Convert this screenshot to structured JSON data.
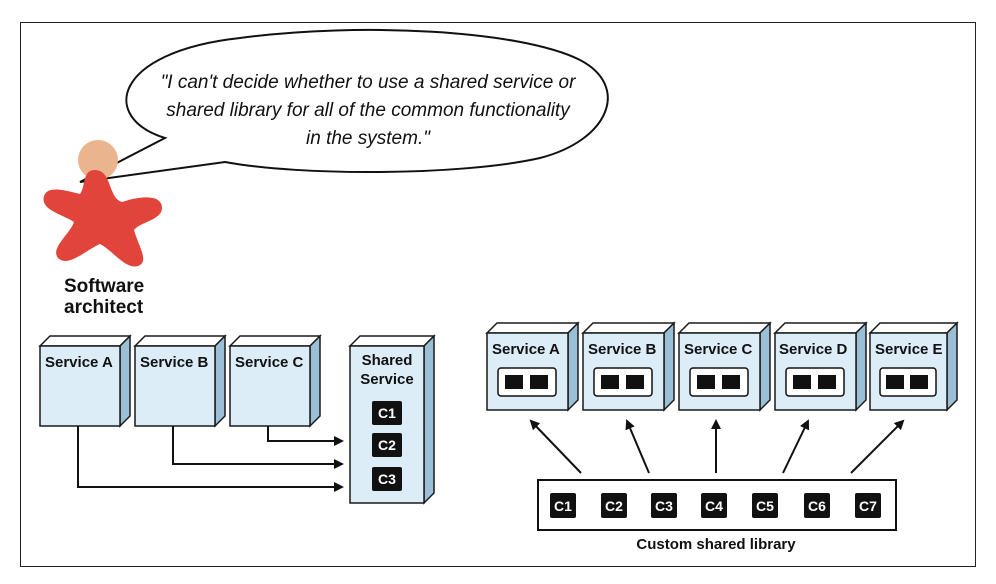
{
  "speech_bubble": {
    "lines": [
      "\"I can't decide whether to use a shared service or",
      "shared library for all of the common functionality",
      "in the system.\""
    ]
  },
  "architect": {
    "label_lines": [
      "Software",
      "architect"
    ],
    "icon": "person-icon"
  },
  "left_diagram": {
    "services": [
      "Service A",
      "Service B",
      "Service C"
    ],
    "shared_service": {
      "title_lines": [
        "Shared",
        "Service"
      ],
      "components": [
        "C1",
        "C2",
        "C3"
      ]
    }
  },
  "right_diagram": {
    "services": [
      "Service A",
      "Service B",
      "Service C",
      "Service D",
      "Service E"
    ],
    "library": {
      "components": [
        "C1",
        "C2",
        "C3",
        "C4",
        "C5",
        "C6",
        "C7"
      ],
      "caption": "Custom shared library"
    }
  },
  "colors": {
    "box_front": "#dcedf8",
    "box_side": "#9bbfd6",
    "chip": "#111111",
    "architect_body": "#e0443a",
    "architect_head": "#e9b48e"
  }
}
